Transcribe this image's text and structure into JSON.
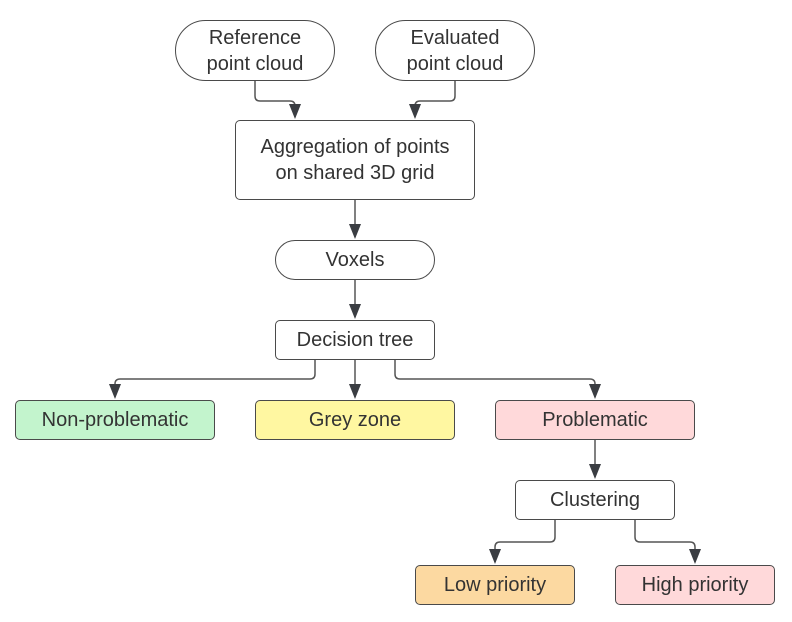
{
  "nodes": {
    "reference": {
      "label": "Reference\npoint cloud",
      "line1": "Reference",
      "line2": "point cloud",
      "fill": "#ffffff"
    },
    "evaluated": {
      "label": "Evaluated\npoint cloud",
      "line1": "Evaluated",
      "line2": "point cloud",
      "fill": "#ffffff"
    },
    "aggregation": {
      "line1": "Aggregation of points",
      "line2": "on shared 3D grid",
      "fill": "#ffffff"
    },
    "voxels": {
      "label": "Voxels",
      "fill": "#ffffff"
    },
    "decision_tree": {
      "label": "Decision tree",
      "fill": "#ffffff"
    },
    "non_problematic": {
      "label": "Non-problematic",
      "fill": "#c3f4cd"
    },
    "grey_zone": {
      "label": "Grey zone",
      "fill": "#fff7a1"
    },
    "problematic": {
      "label": "Problematic",
      "fill": "#ffd9da"
    },
    "clustering": {
      "label": "Clustering",
      "fill": "#ffffff"
    },
    "low_priority": {
      "label": "Low priority",
      "fill": "#fcd9a1"
    },
    "high_priority": {
      "label": "High priority",
      "fill": "#ffd9da"
    }
  },
  "edges": [
    {
      "from": "reference",
      "to": "aggregation"
    },
    {
      "from": "evaluated",
      "to": "aggregation"
    },
    {
      "from": "aggregation",
      "to": "voxels"
    },
    {
      "from": "voxels",
      "to": "decision_tree"
    },
    {
      "from": "decision_tree",
      "to": "non_problematic"
    },
    {
      "from": "decision_tree",
      "to": "grey_zone"
    },
    {
      "from": "decision_tree",
      "to": "problematic"
    },
    {
      "from": "problematic",
      "to": "clustering"
    },
    {
      "from": "clustering",
      "to": "low_priority"
    },
    {
      "from": "clustering",
      "to": "high_priority"
    }
  ]
}
